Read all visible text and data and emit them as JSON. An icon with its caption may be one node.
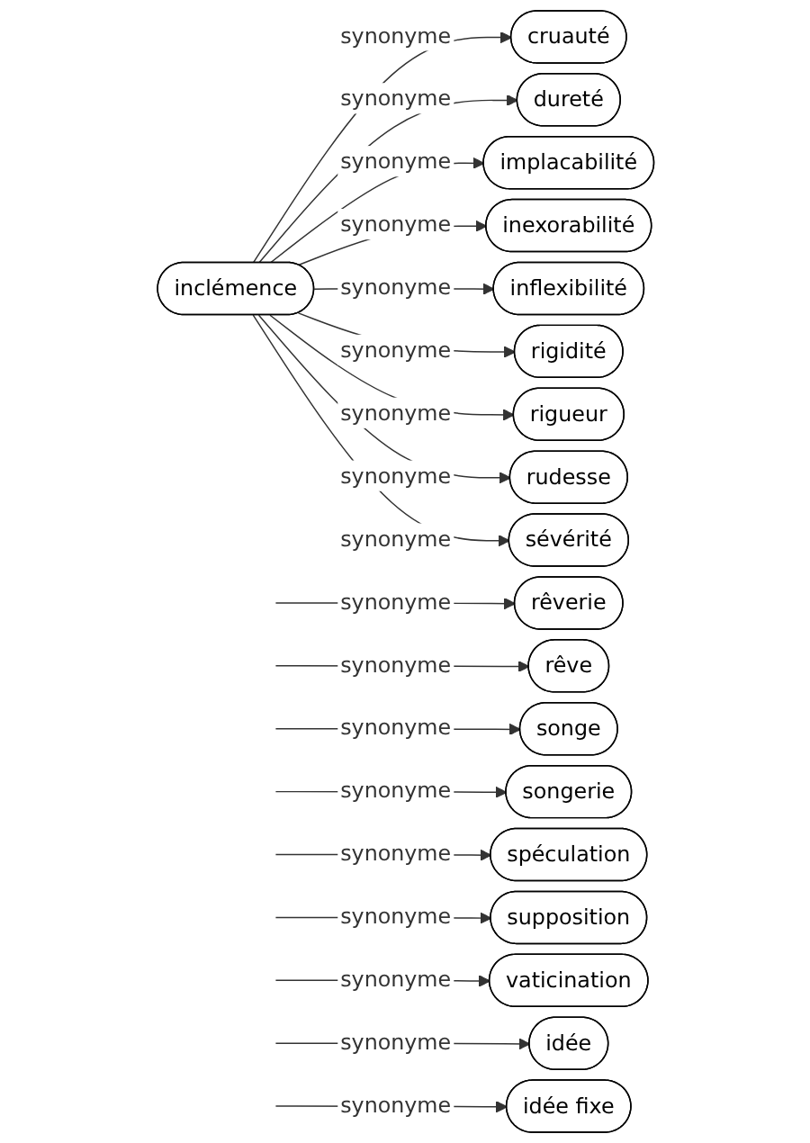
{
  "diagram": {
    "nodes": [
      {
        "text": [
          "inclémence"
        ]
      },
      {
        "text": [
          "cruauté"
        ]
      },
      {
        "text": [
          "rêverie"
        ]
      },
      {
        "text": [
          "dureté"
        ]
      },
      {
        "text": [
          "rêve"
        ]
      },
      {
        "text": [
          "implacabilité"
        ]
      },
      {
        "text": [
          "songe"
        ]
      },
      {
        "text": [
          "inexorabilité"
        ]
      },
      {
        "text": [
          "songerie"
        ]
      },
      {
        "text": [
          "inflexibilité"
        ]
      },
      {
        "text": [
          "spéculation"
        ]
      },
      {
        "text": [
          "rigidité"
        ]
      },
      {
        "text": [
          "supposition"
        ]
      },
      {
        "text": [
          "rigueur"
        ]
      },
      {
        "text": [
          "vaticination"
        ]
      },
      {
        "text": [
          "rudesse"
        ]
      },
      {
        "text": [
          "idée"
        ]
      },
      {
        "text": [
          "sévérité"
        ]
      },
      {
        "text": [
          "idée fixe"
        ]
      }
    ],
    "edges": [
      {
        "from": 0,
        "to": 1,
        "arrow": "to",
        "label": "synonyme"
      },
      {
        "from": null,
        "to": 2,
        "arrow": "to",
        "label": "synonyme"
      },
      {
        "from": 0,
        "to": 3,
        "arrow": "to",
        "label": "synonyme"
      },
      {
        "from": null,
        "to": 4,
        "arrow": "to",
        "label": "synonyme"
      },
      {
        "from": 0,
        "to": 5,
        "arrow": "to",
        "label": "synonyme"
      },
      {
        "from": null,
        "to": 6,
        "arrow": "to",
        "label": "synonyme"
      },
      {
        "from": 0,
        "to": 7,
        "arrow": "to",
        "label": "synonyme"
      },
      {
        "from": null,
        "to": 8,
        "arrow": "to",
        "label": "synonyme"
      },
      {
        "from": 0,
        "to": 9,
        "arrow": "to",
        "label": "synonyme"
      },
      {
        "from": null,
        "to": 10,
        "arrow": "to",
        "label": "synonyme"
      },
      {
        "from": 0,
        "to": 11,
        "arrow": "to",
        "label": "synonyme"
      },
      {
        "from": null,
        "to": 12,
        "arrow": "to",
        "label": "synonyme"
      },
      {
        "from": 0,
        "to": 13,
        "arrow": "to",
        "label": "synonyme"
      },
      {
        "from": null,
        "to": 14,
        "arrow": "to",
        "label": "synonyme"
      },
      {
        "from": 0,
        "to": 15,
        "arrow": "to",
        "label": "synonyme"
      },
      {
        "from": null,
        "to": 16,
        "arrow": "to",
        "label": "synonyme"
      },
      {
        "from": 0,
        "to": 17,
        "arrow": "to",
        "label": "synonyme"
      },
      {
        "from": null,
        "to": 18,
        "arrow": "to",
        "label": "synonyme"
      }
    ]
  }
}
